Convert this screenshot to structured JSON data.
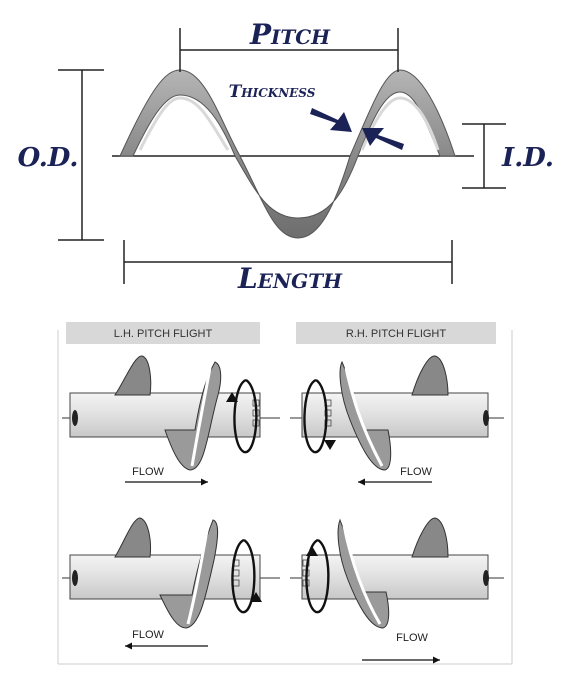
{
  "top_diagram": {
    "pitch_label": "Pitch",
    "thickness_label": "Thickness",
    "od_label": "O.D.",
    "id_label": "I.D.",
    "length_label": "Length",
    "label_color": "#1b2256"
  },
  "flights": {
    "lh_header": "L.H. PITCH FLIGHT",
    "rh_header": "R.H. PITCH FLIGHT",
    "panels": [
      {
        "flow_label": "FLOW",
        "flow_direction": "right"
      },
      {
        "flow_label": "FLOW",
        "flow_direction": "left"
      },
      {
        "flow_label": "FLOW",
        "flow_direction": "left"
      },
      {
        "flow_label": "FLOW",
        "flow_direction": "right"
      }
    ]
  }
}
